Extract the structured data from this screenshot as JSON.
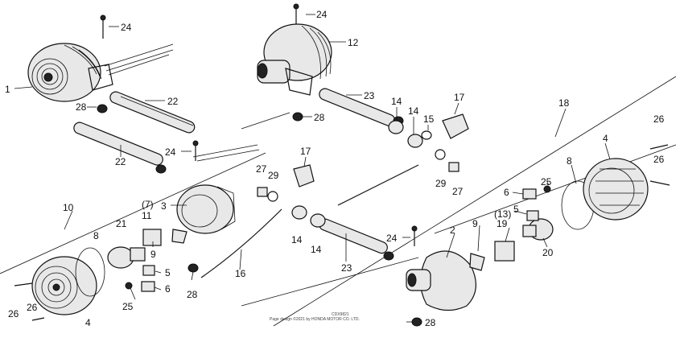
{
  "callouts": {
    "c1": "1",
    "c2": "2",
    "c3": "3",
    "c4a": "4",
    "c4b": "4",
    "c5a": "5",
    "c5b": "5",
    "c6a": "6",
    "c6b": "6",
    "c7": "(7)",
    "c8a": "8",
    "c8b": "8",
    "c9a": "9",
    "c9b": "9",
    "c10": "10",
    "c11": "11",
    "c12": "12",
    "c13": "(13)",
    "c14a": "14",
    "c14b": "14",
    "c14c": "14",
    "c14d": "14",
    "c15": "15",
    "c16": "16",
    "c17a": "17",
    "c17b": "17",
    "c18": "18",
    "c19": "19",
    "c20": "20",
    "c21": "21",
    "c22a": "22",
    "c22b": "22",
    "c23a": "23",
    "c23b": "23",
    "c24a": "24",
    "c24b": "24",
    "c24c": "24",
    "c24d": "24",
    "c25a": "25",
    "c25b": "25",
    "c26a": "26",
    "c26b": "26",
    "c26c": "26",
    "c26d": "26",
    "c27a": "27",
    "c27b": "27",
    "c28a": "28",
    "c28b": "28",
    "c28c": "28",
    "c28d": "28",
    "c29a": "29",
    "c29b": "29"
  },
  "footer": {
    "code": "CDX9821",
    "note": "Page design ©2021 by HONDA MOTOR CO. LTD."
  }
}
